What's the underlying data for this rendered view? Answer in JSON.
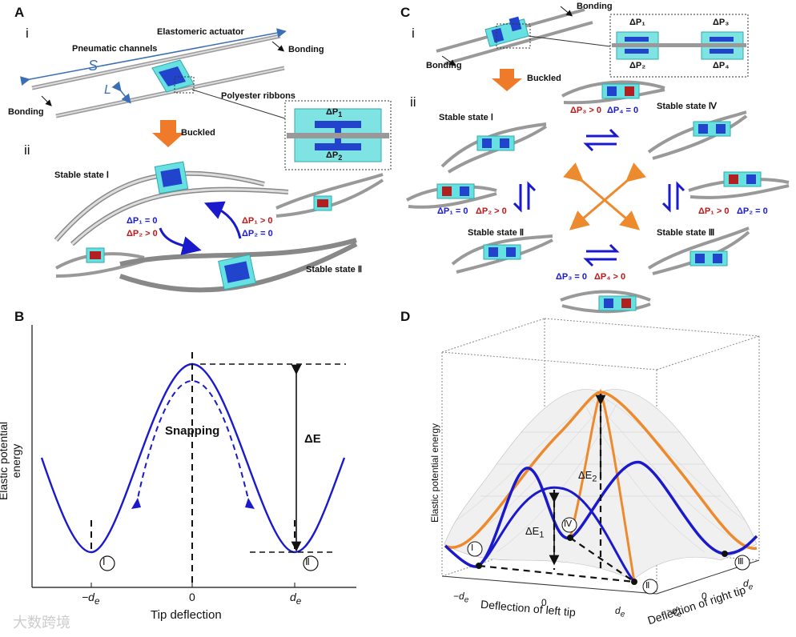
{
  "panels": {
    "A": {
      "letter": "A",
      "sub_i": "i",
      "sub_ii": "ii",
      "elastomeric_actuator": "Elastomeric actuator",
      "pneumatic_channels": "Pneumatic channels",
      "bonding": "Bonding",
      "polyester_ribbons": "Polyester ribbons",
      "S": "S",
      "L": "L",
      "dp1": "ΔP",
      "dp1_sub": "1",
      "dp2": "ΔP",
      "dp2_sub": "2",
      "buckled": "Buckled",
      "stable_1": "Stable state Ⅰ",
      "stable_2": "Stable state Ⅱ",
      "cond_left_1": "ΔP₁ = 0",
      "cond_left_2": "ΔP₂ > 0",
      "cond_right_1": "ΔP₁ > 0",
      "cond_right_2": "ΔP₂ = 0"
    },
    "B": {
      "letter": "B",
      "ylabel": "Elastic potential energy",
      "xlabel": "Tip deflection",
      "tick_neg": "−d",
      "tick_neg_sub": "e",
      "tick_zero": "0",
      "tick_pos": "d",
      "tick_pos_sub": "e",
      "snapping": "Snapping",
      "delta_e": "ΔE",
      "state_1": "Ⅰ",
      "state_2": "Ⅱ"
    },
    "C": {
      "letter": "C",
      "sub_i": "i",
      "sub_ii": "ii",
      "bonding": "Bonding",
      "buckled": "Buckled",
      "dp1": "ΔP₁",
      "dp2": "ΔP₂",
      "dp3": "ΔP₃",
      "dp4": "ΔP₄",
      "stable_1": "Stable state Ⅰ",
      "stable_2": "Stable state Ⅱ",
      "stable_3": "Stable state Ⅲ",
      "stable_4": "Stable state Ⅳ",
      "top_red": "ΔP₃ > 0",
      "top_blue": "ΔP₄ = 0",
      "left_blue": "ΔP₁ = 0",
      "left_red": "ΔP₂ > 0",
      "right_red": "ΔP₁ > 0",
      "right_blue": "ΔP₂ = 0",
      "bottom_blue": "ΔP₃ = 0",
      "bottom_red": "ΔP₄ > 0"
    },
    "D": {
      "letter": "D",
      "zlabel": "Elastic potential energy",
      "xlabel": "Deflection of left tip",
      "ylabel": "Deflection of right tip",
      "x_neg": "−d",
      "x_zero": "0",
      "x_pos": "d",
      "y_neg": "−d",
      "y_zero": "0",
      "y_pos": "d",
      "sub_e": "e",
      "delta_e1": "ΔE",
      "delta_e1_sub": "1",
      "delta_e2": "ΔE",
      "delta_e2_sub": "2",
      "s1": "Ⅰ",
      "s2": "Ⅱ",
      "s3": "Ⅲ",
      "s4": "Ⅳ"
    }
  },
  "watermark": "大数跨境",
  "colors": {
    "curve_blue": "#1a1acc",
    "orange": "#ee8a2e",
    "cyan": "#66e0e0",
    "red": "#c01818"
  }
}
